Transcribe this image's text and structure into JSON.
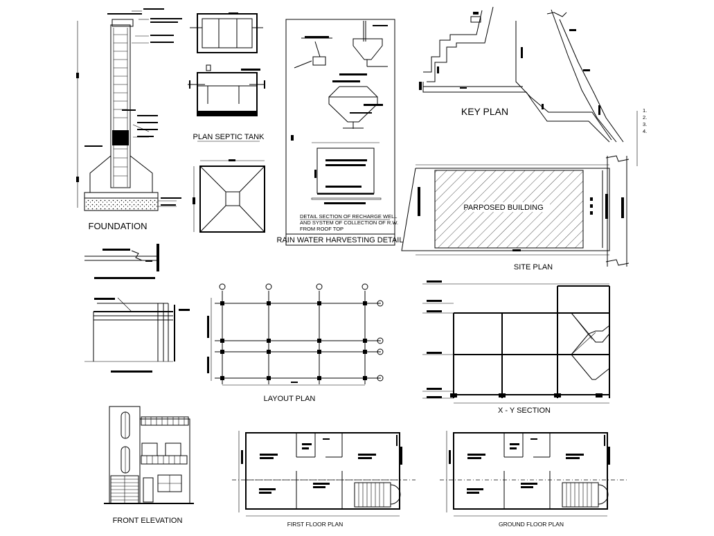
{
  "sheet": {
    "titles": {
      "foundation": "FOUNDATION",
      "plan_septic_tank": "PLAN SEPTIC TANK",
      "rain_water_harvesting": "RAIN WATER HARVESTING DETAIL",
      "key_plan": "KEY PLAN",
      "site_plan": "SITE PLAN",
      "layout_plan": "LAYOUT PLAN",
      "xy_section": "X - Y SECTION",
      "front_elevation": "FRONT ELEVATION",
      "first_floor_plan": "FIRST FLOOR PLAN",
      "ground_floor_plan": "GROUND FLOOR PLAN"
    },
    "rwh_note": [
      "DETAIL SECTION OF RECHARGE WELL",
      "AND SYSTEM OF COLLECTION OF R.W.",
      "FROM ROOF TOP"
    ],
    "site_plan_label": "PARPOSED BUILDING",
    "notes_list": [
      "1.",
      "2.",
      "3.",
      "4."
    ]
  }
}
